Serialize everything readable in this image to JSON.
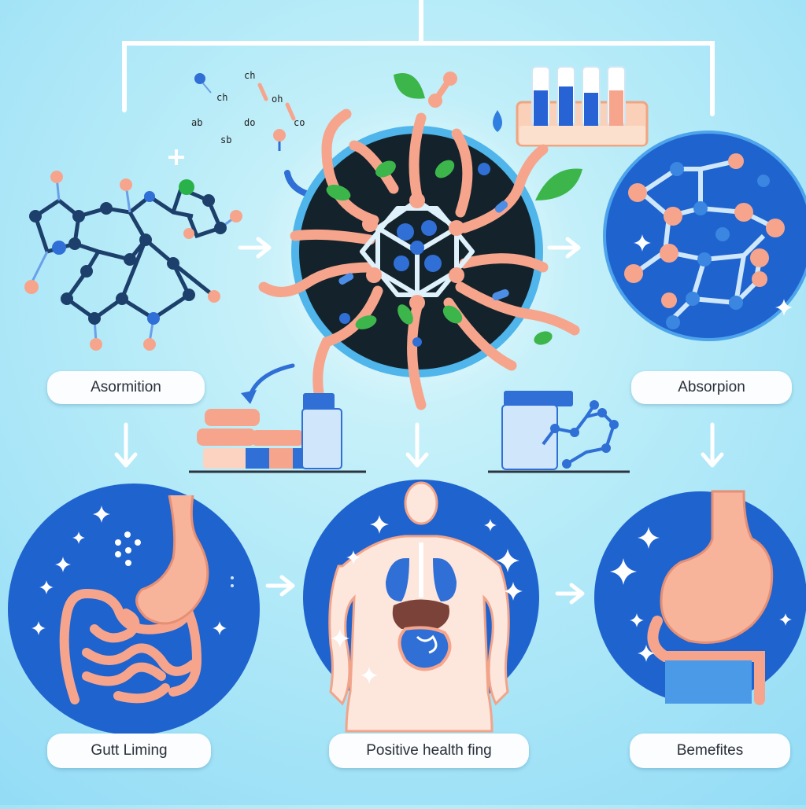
{
  "labels": {
    "top_left": "Asormition",
    "top_right": "Absorpion",
    "bottom_left": "Gutt Liming",
    "bottom_center": "Positive health fing",
    "bottom_right": "Bemefites"
  },
  "formula_fragments": [
    "ch",
    "ch",
    "oh",
    "ab",
    "do",
    "co",
    "sb"
  ],
  "colors": {
    "background": "#b8ecf8",
    "circle_blue": "#1f63cf",
    "dark_core": "#14232b",
    "peach": "#f6a58c",
    "leaf_green": "#3cb64b",
    "molecule_navy": "#1d3f6b"
  },
  "icons": [
    "molecule-icon",
    "leaf-icon",
    "test-tube-rack-icon",
    "pill-stack-icon",
    "jar-icon",
    "stomach-icon",
    "intestine-icon",
    "human-body-icon",
    "sparkle-icon",
    "arrow-icon"
  ]
}
